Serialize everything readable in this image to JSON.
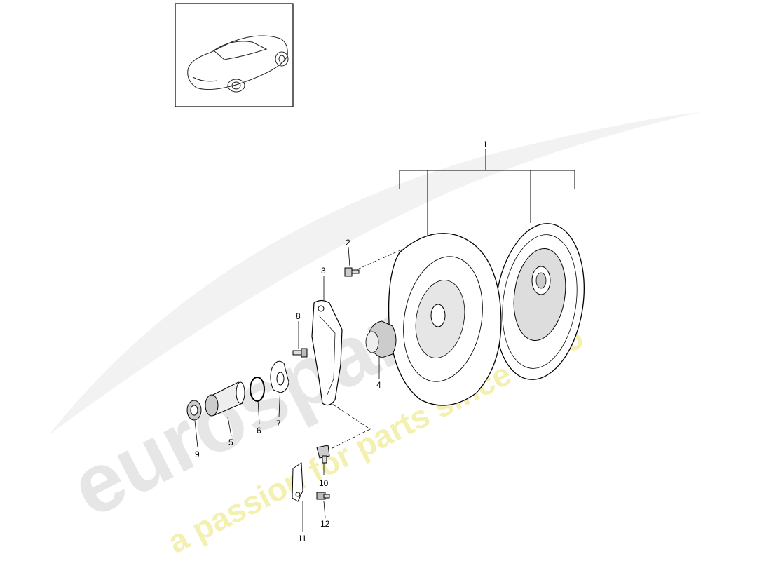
{
  "watermark": {
    "brand": "eurospares",
    "tagline": "a passion for parts since 1985",
    "brand_color": "#e6e6e6",
    "tagline_color": "#f3f0b0"
  },
  "thumbnail": {
    "subject": "car-convertible-icon"
  },
  "callouts": [
    {
      "id": "1",
      "label": "1"
    },
    {
      "id": "2",
      "label": "2"
    },
    {
      "id": "3",
      "label": "3"
    },
    {
      "id": "4",
      "label": "4"
    },
    {
      "id": "5",
      "label": "5"
    },
    {
      "id": "6",
      "label": "6"
    },
    {
      "id": "7",
      "label": "7"
    },
    {
      "id": "8",
      "label": "8"
    },
    {
      "id": "9",
      "label": "9"
    },
    {
      "id": "10",
      "label": "10"
    },
    {
      "id": "11",
      "label": "11"
    },
    {
      "id": "12",
      "label": "12"
    }
  ]
}
